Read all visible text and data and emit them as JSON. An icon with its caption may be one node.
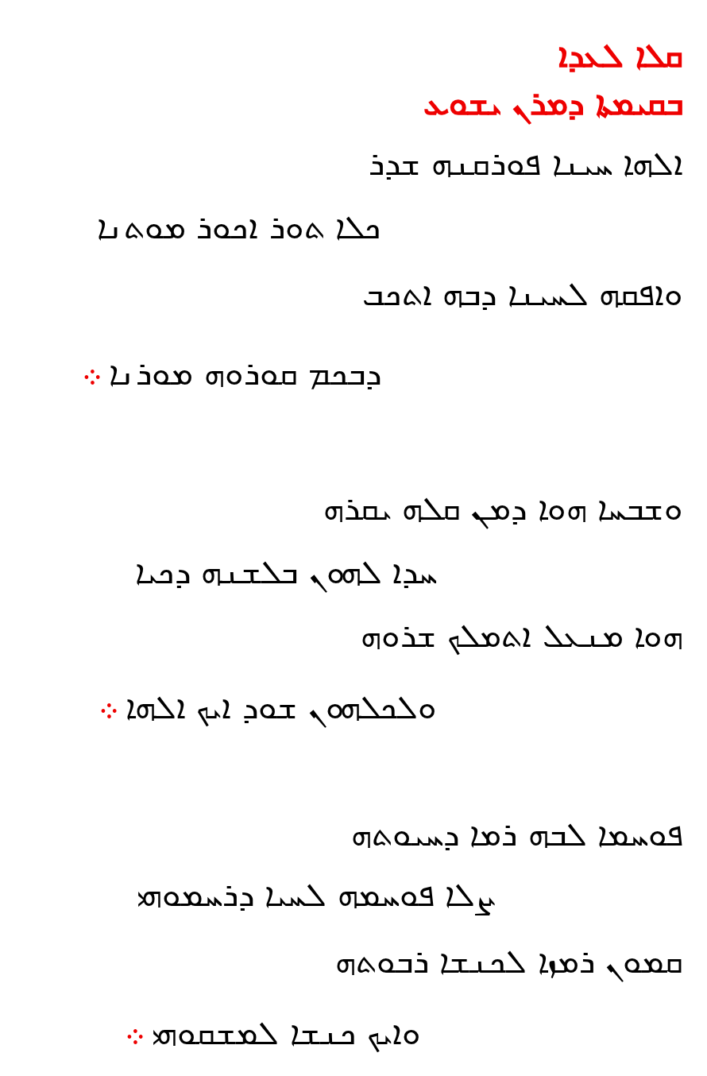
{
  "diagram": {
    "title": "ܩܠܐ ܠܥܕܐ",
    "labels": [
      "ܒܩܝܡܬܐ ܕܡܪܢ ܝܫܘܥ",
      "ܐܠܗܐ ܚܝܢܐ ܦܘܪܩܢܗ ܫܕܪ",
      "ܟܠܐ ܬܘܪ ܐܟܘܪ ܡܘܬܢܐ",
      "ܘܐܦܩܗ ܠܚܝܢܐ ܕܒܗ ܐܬܟܒ",
      "ܕܒܟܡ ܩܘܪܘܗ ܡܘܪܢܐ",
      "܀",
      "ܘܫܒܚܐ ܗܘܐ ܕܡܢ ܩܠܗ ܝܩܪܗ",
      "ܚܕܐ ܠܗܘܢ ܒܠܫܢܗ ܕܟܝܐ",
      "ܗܘܐ ܡܢܥܠ ܐܬܡܠܟ ܫܪܘܗ",
      "ܘܠܟܠܗܘܢ ܫܘܕ ܐܝܟ ܐܠܗܐ",
      "܀",
      "ܦܘܚܡܐ ܠܒܗ ܪܡܐ ܕܚܝܘܬܗ",
      "ܨܠܐ ܦܘܚܡܗ ܠܚܝܐ ܕܪܚܡܘܗܝ",
      "ܩܡܘܢ ܪܡܙܐ ܠܟܢܫܐ ܪܒܘܬܗ",
      "ܘܐܝܟ ܟܢܫܐ ܠܡܫܩܘܗܝ",
      "܀"
    ]
  }
}
